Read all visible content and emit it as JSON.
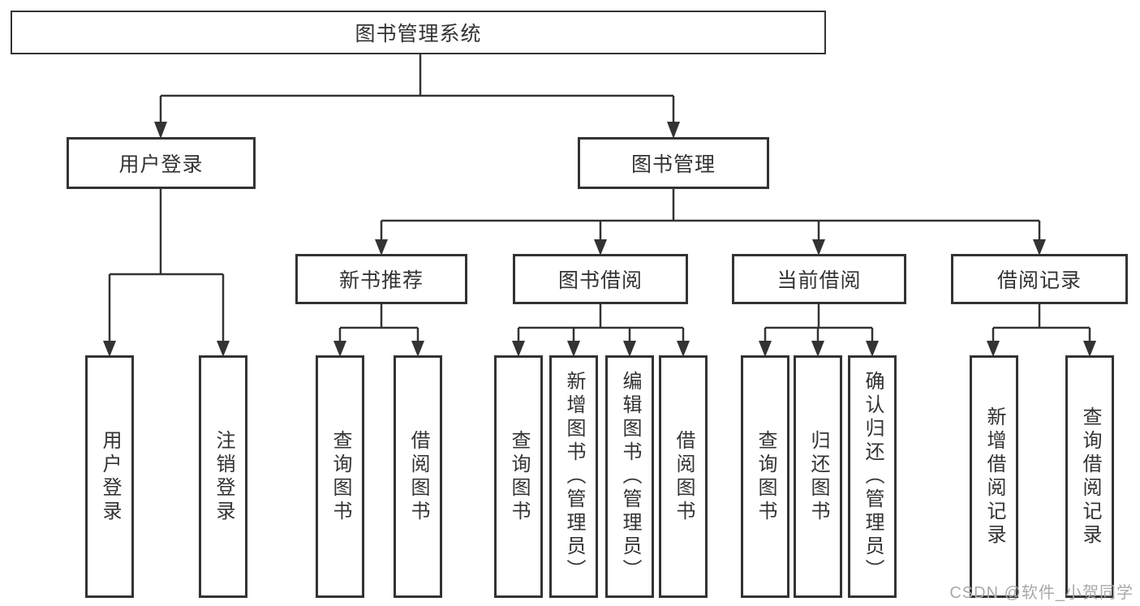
{
  "tree": {
    "root": {
      "label": "图书管理系统",
      "children": [
        {
          "label": "用户登录",
          "children": [
            {
              "label": "用户登录"
            },
            {
              "label": "注销登录"
            }
          ]
        },
        {
          "label": "图书管理",
          "children": [
            {
              "label": "新书推荐",
              "children": [
                {
                  "label": "查询图书"
                },
                {
                  "label": "借阅图书"
                }
              ]
            },
            {
              "label": "图书借阅",
              "children": [
                {
                  "label": "查询图书"
                },
                {
                  "label": "新增图书（管理员）"
                },
                {
                  "label": "编辑图书（管理员）"
                },
                {
                  "label": "借阅图书"
                }
              ]
            },
            {
              "label": "当前借阅",
              "children": [
                {
                  "label": "查询图书"
                },
                {
                  "label": "归还图书"
                },
                {
                  "label": "确认归还（管理员）"
                }
              ]
            },
            {
              "label": "借阅记录",
              "children": [
                {
                  "label": "新增借阅记录"
                },
                {
                  "label": "查询借阅记录"
                }
              ]
            }
          ]
        }
      ]
    }
  },
  "watermark": "CSDN @软件_小贺同学",
  "colors": {
    "line": "#333333",
    "box_border": "#333333",
    "text": "#333333",
    "watermark": "#a9a9a9",
    "background": "#ffffff"
  }
}
